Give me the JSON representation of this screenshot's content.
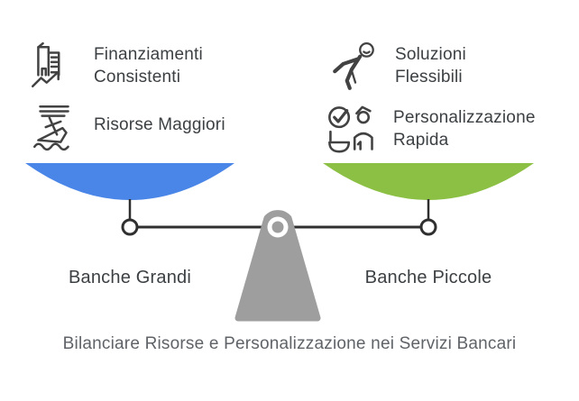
{
  "title": "Bilanciare Risorse e Personalizzazione nei Servizi Bancari",
  "left": {
    "label": "Banche Grandi",
    "pan_color": "#4a86e8",
    "features": [
      {
        "icon": "bank-building-growth-icon",
        "label": "Finanziamenti\nConsistenti"
      },
      {
        "icon": "resources-ship-icon",
        "label": "Risorse Maggiori"
      }
    ]
  },
  "right": {
    "label": "Banche Piccole",
    "pan_color": "#8cc044",
    "features": [
      {
        "icon": "flexible-person-icon",
        "label": "Soluzioni\nFlessibili"
      },
      {
        "icon": "personalized-service-icon",
        "label": "Personalizzazione\nRapida"
      }
    ]
  },
  "scale": {
    "line_color": "#2f2f2f",
    "fulcrum_color": "#9e9e9e",
    "icon_color": "#424242"
  }
}
